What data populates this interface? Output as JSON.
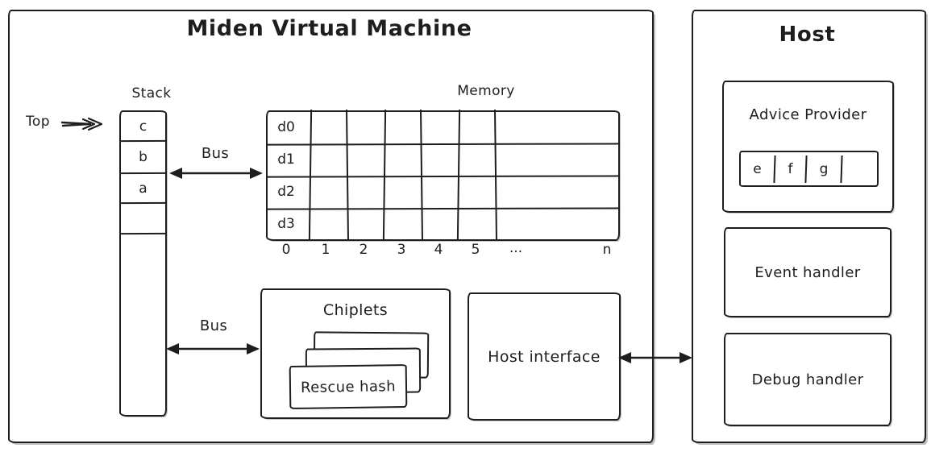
{
  "vm": {
    "title": "Miden Virtual Machine",
    "stack": {
      "label": "Stack",
      "top_label": "Top",
      "cells": [
        "c",
        "b",
        "a",
        ""
      ]
    },
    "bus_upper": "Bus",
    "bus_lower": "Bus",
    "memory": {
      "label": "Memory",
      "rows": [
        "d0",
        "d1",
        "d2",
        "d3"
      ],
      "columns": [
        "0",
        "1",
        "2",
        "3",
        "4",
        "5",
        "...",
        "n"
      ]
    },
    "chiplets": {
      "label": "Chiplets",
      "front_card": "Rescue hash"
    },
    "host_interface": "Host interface"
  },
  "host": {
    "title": "Host",
    "advice_provider": {
      "label": "Advice Provider",
      "tape_cells": [
        "e",
        "f",
        "g",
        ""
      ]
    },
    "event_handler": "Event handler",
    "debug_handler": "Debug handler"
  },
  "icons": {
    "top_arrow": "double-chevron-right-arrow",
    "bus_arrows": "double-headed-horizontal-arrow",
    "host_link_arrow": "double-headed-horizontal-arrow"
  },
  "colors": {
    "ink": "#1e1e1e",
    "background": "#ffffff",
    "sketch_shadow": "#c6c6c6"
  }
}
